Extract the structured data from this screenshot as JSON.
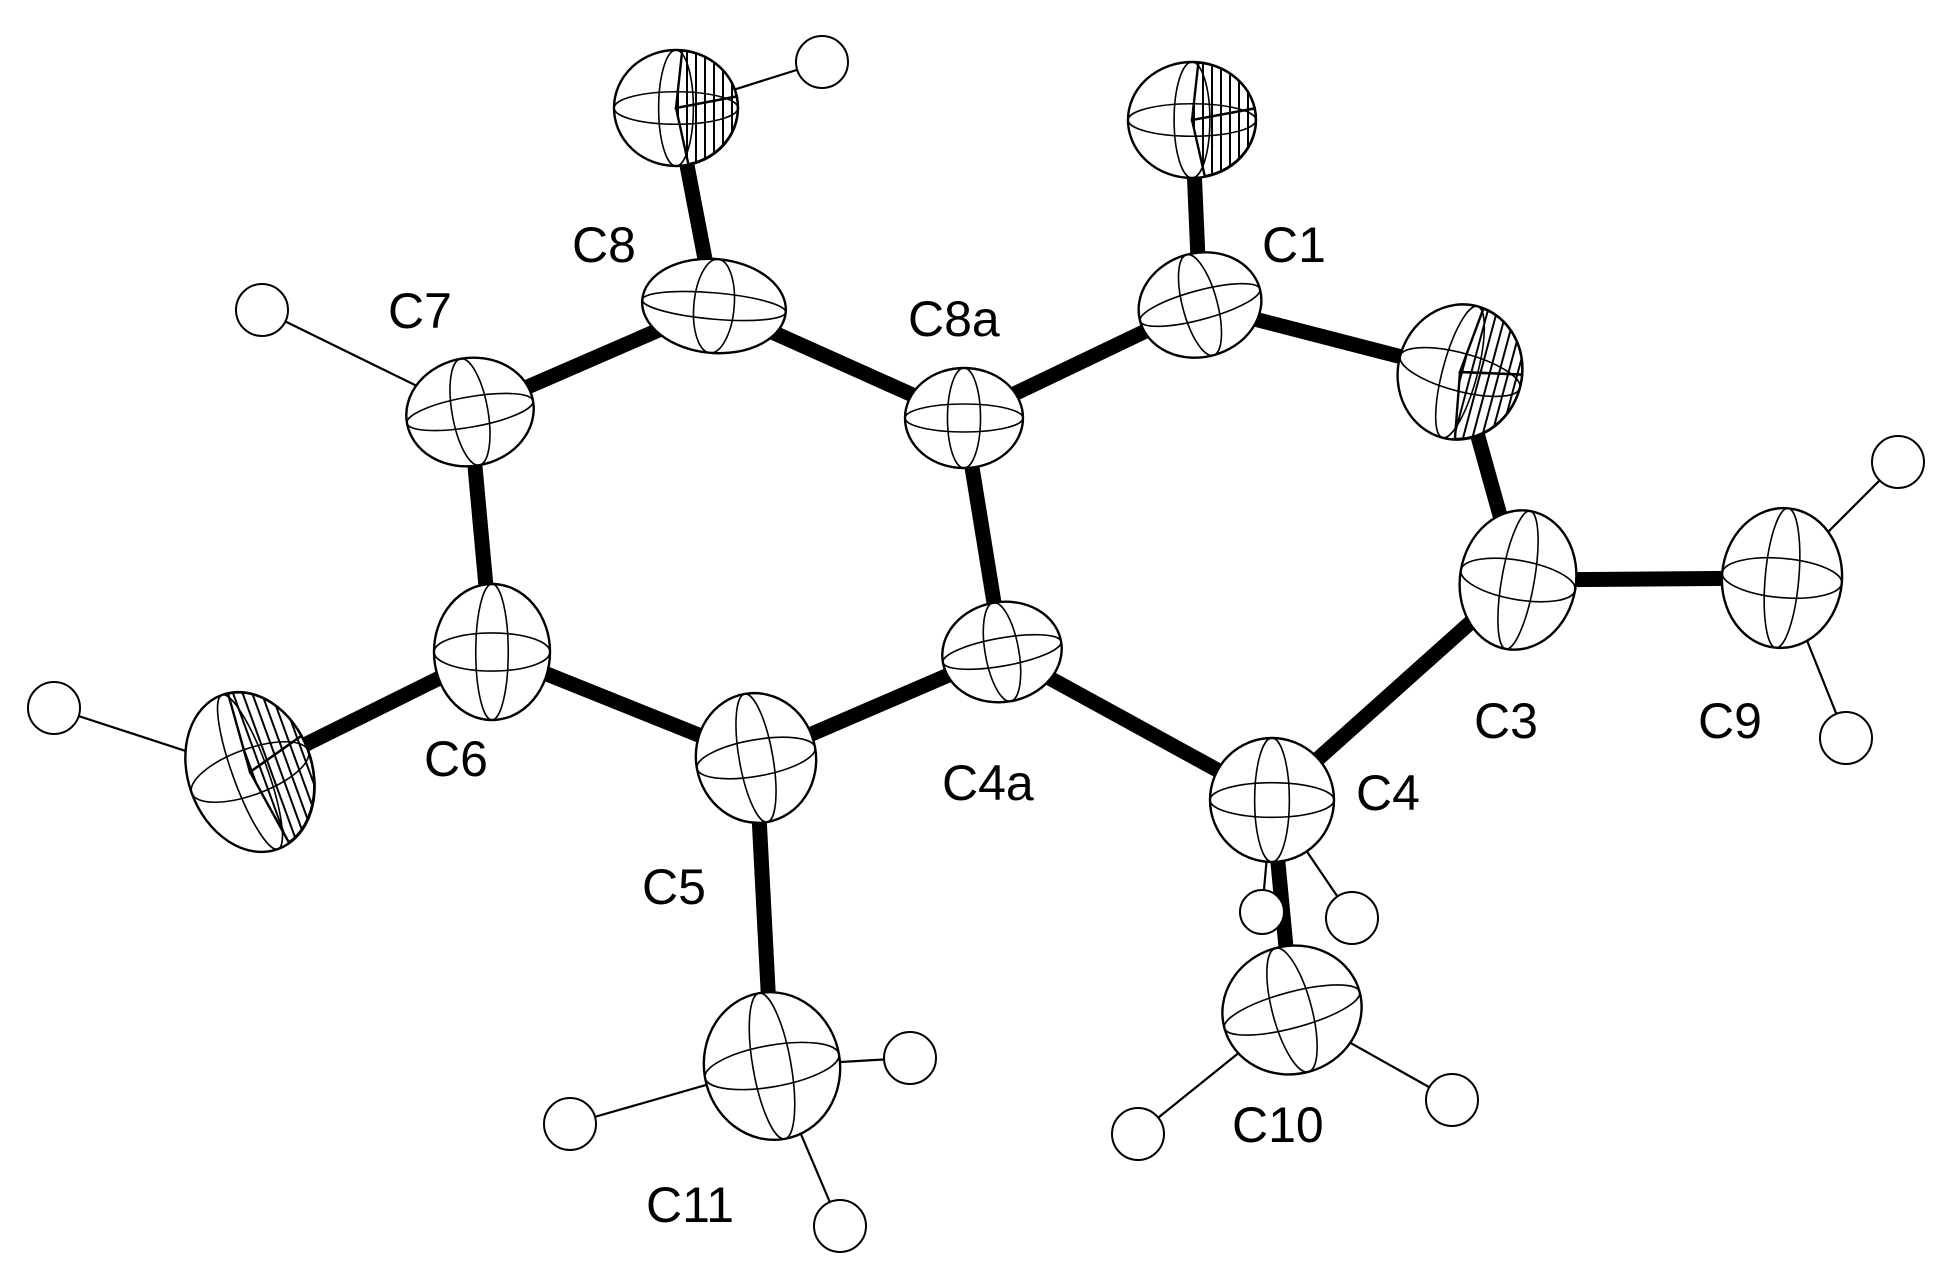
{
  "atoms": [
    {
      "id": "C1",
      "label": "C1"
    },
    {
      "id": "C3",
      "label": "C3"
    },
    {
      "id": "C4",
      "label": "C4"
    },
    {
      "id": "C4a",
      "label": "C4a"
    },
    {
      "id": "C5",
      "label": "C5"
    },
    {
      "id": "C6",
      "label": "C6"
    },
    {
      "id": "C7",
      "label": "C7"
    },
    {
      "id": "C8",
      "label": "C8"
    },
    {
      "id": "C8a",
      "label": "C8a"
    },
    {
      "id": "C9",
      "label": "C9"
    },
    {
      "id": "C10",
      "label": "C10"
    },
    {
      "id": "C11",
      "label": "C11"
    }
  ],
  "unlabeled_atoms": [
    "O-on-C8",
    "O-on-C1",
    "O-in-ring",
    "O-on-C6"
  ],
  "hydrogen_count": 12,
  "bond_count": 16
}
